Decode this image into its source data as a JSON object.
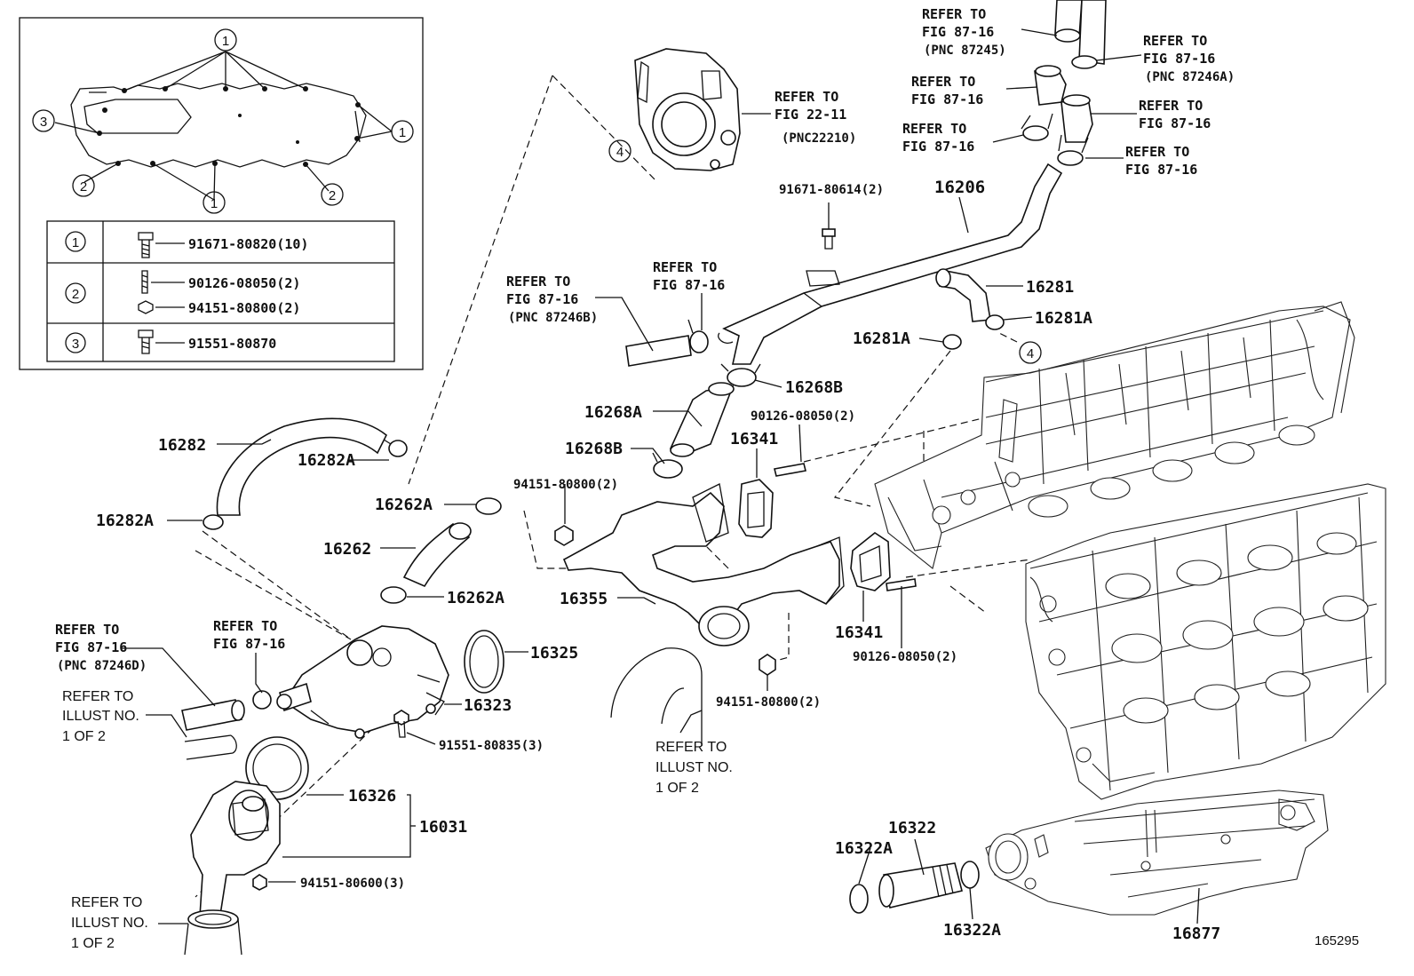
{
  "diagram_id": "165295",
  "inset": {
    "callouts": [
      "1",
      "2",
      "3"
    ],
    "legend": [
      {
        "ref": "1",
        "lines": [
          {
            "part": "91671-80820(10)"
          }
        ]
      },
      {
        "ref": "2",
        "lines": [
          {
            "part": "90126-08050(2)"
          },
          {
            "part": "94151-80800(2)"
          }
        ]
      },
      {
        "ref": "3",
        "lines": [
          {
            "part": "91551-80870"
          }
        ]
      }
    ]
  },
  "circle_4": "4",
  "refer": {
    "r1": {
      "l1": "REFER TO",
      "l2": "FIG 87-16",
      "l3": "(PNC 87245)"
    },
    "r2": {
      "l1": "REFER TO",
      "l2": "FIG 87-16",
      "l3": "(PNC 87246A)"
    },
    "r3": {
      "l1": "REFER TO",
      "l2": "FIG 87-16"
    },
    "r4": {
      "l1": "REFER TO",
      "l2": "FIG 87-16"
    },
    "r5": {
      "l1": "REFER TO",
      "l2": "FIG 87-16"
    },
    "r6": {
      "l1": "REFER TO",
      "l2": "FIG 87-16"
    },
    "r7": {
      "l1": "REFER TO",
      "l2": "FIG 22-11",
      "l3": "(PNC22210)"
    },
    "r8": {
      "l1": "REFER TO",
      "l2": "FIG 87-16",
      "l3": "(PNC 87246B)"
    },
    "r9": {
      "l1": "REFER TO",
      "l2": "FIG 87-16"
    },
    "r10": {
      "l1": "REFER TO",
      "l2": "FIG 87-16",
      "l3": "(PNC 87246D)"
    },
    "r11": {
      "l1": "REFER TO",
      "l2": "FIG 87-16"
    },
    "illust1": {
      "l1": "REFER TO",
      "l2": "ILLUST NO.",
      "l3": "1 OF 2"
    },
    "illust2": {
      "l1": "REFER TO",
      "l2": "ILLUST NO.",
      "l3": "1 OF 2"
    },
    "illust3": {
      "l1": "REFER TO",
      "l2": "ILLUST NO.",
      "l3": "1 OF 2"
    }
  },
  "parts": {
    "p16206": "16206",
    "p91671_80614": "91671-80614(2)",
    "p16281": "16281",
    "p16281A_r": "16281A",
    "p16281A_l": "16281A",
    "p16268B_t": "16268B",
    "p16268A": "16268A",
    "p16268B_b": "16268B",
    "p90126_t": "90126-08050(2)",
    "p16341_t": "16341",
    "p94151_t": "94151-80800(2)",
    "p16282": "16282",
    "p16282A_t": "16282A",
    "p16282A_b": "16282A",
    "p16262A_t": "16262A",
    "p16262": "16262",
    "p16262A_b": "16262A",
    "p16355": "16355",
    "p16325": "16325",
    "p16323": "16323",
    "p16341_b": "16341",
    "p90126_b": "90126-08050(2)",
    "p94151_b": "94151-80800(2)",
    "p91551_80835": "91551-80835(3)",
    "p16326": "16326",
    "p16031": "16031",
    "p94151_80600": "94151-80600(3)",
    "p16322": "16322",
    "p16322A_t": "16322A",
    "p16322A_b": "16322A",
    "p16877": "16877"
  }
}
